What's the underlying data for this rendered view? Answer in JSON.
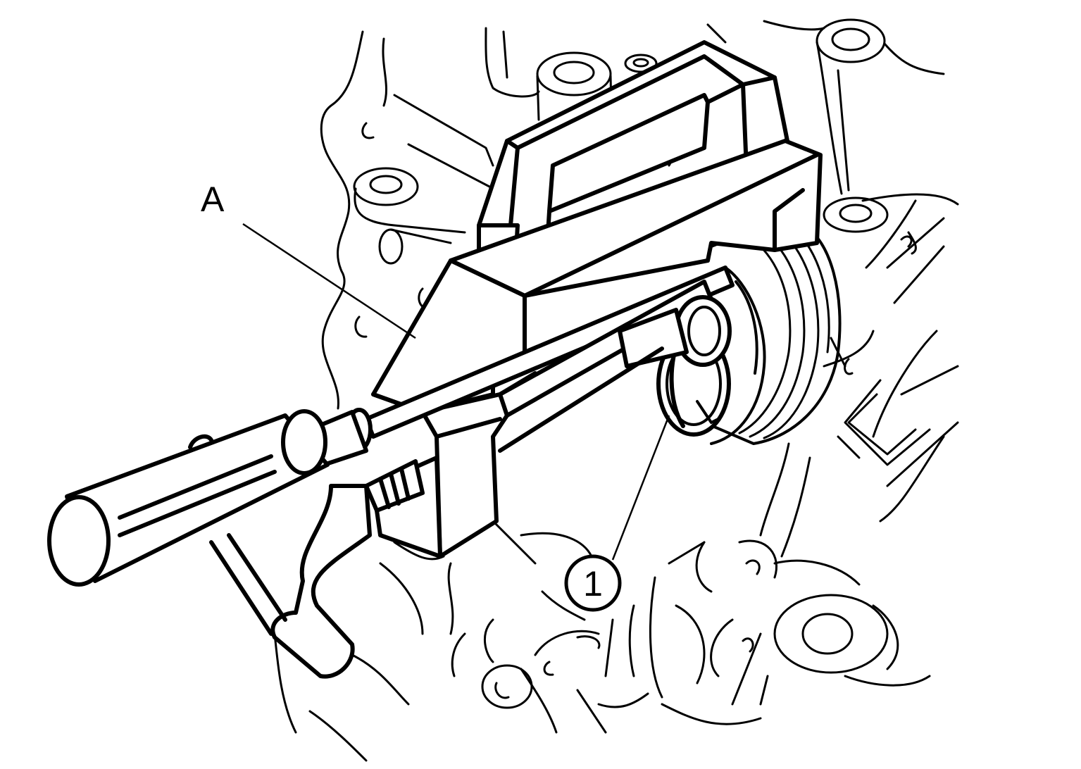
{
  "figure": {
    "callouts": [
      {
        "id": "tool-callout",
        "label": "A"
      },
      {
        "id": "seal-callout",
        "label": "1"
      }
    ]
  }
}
